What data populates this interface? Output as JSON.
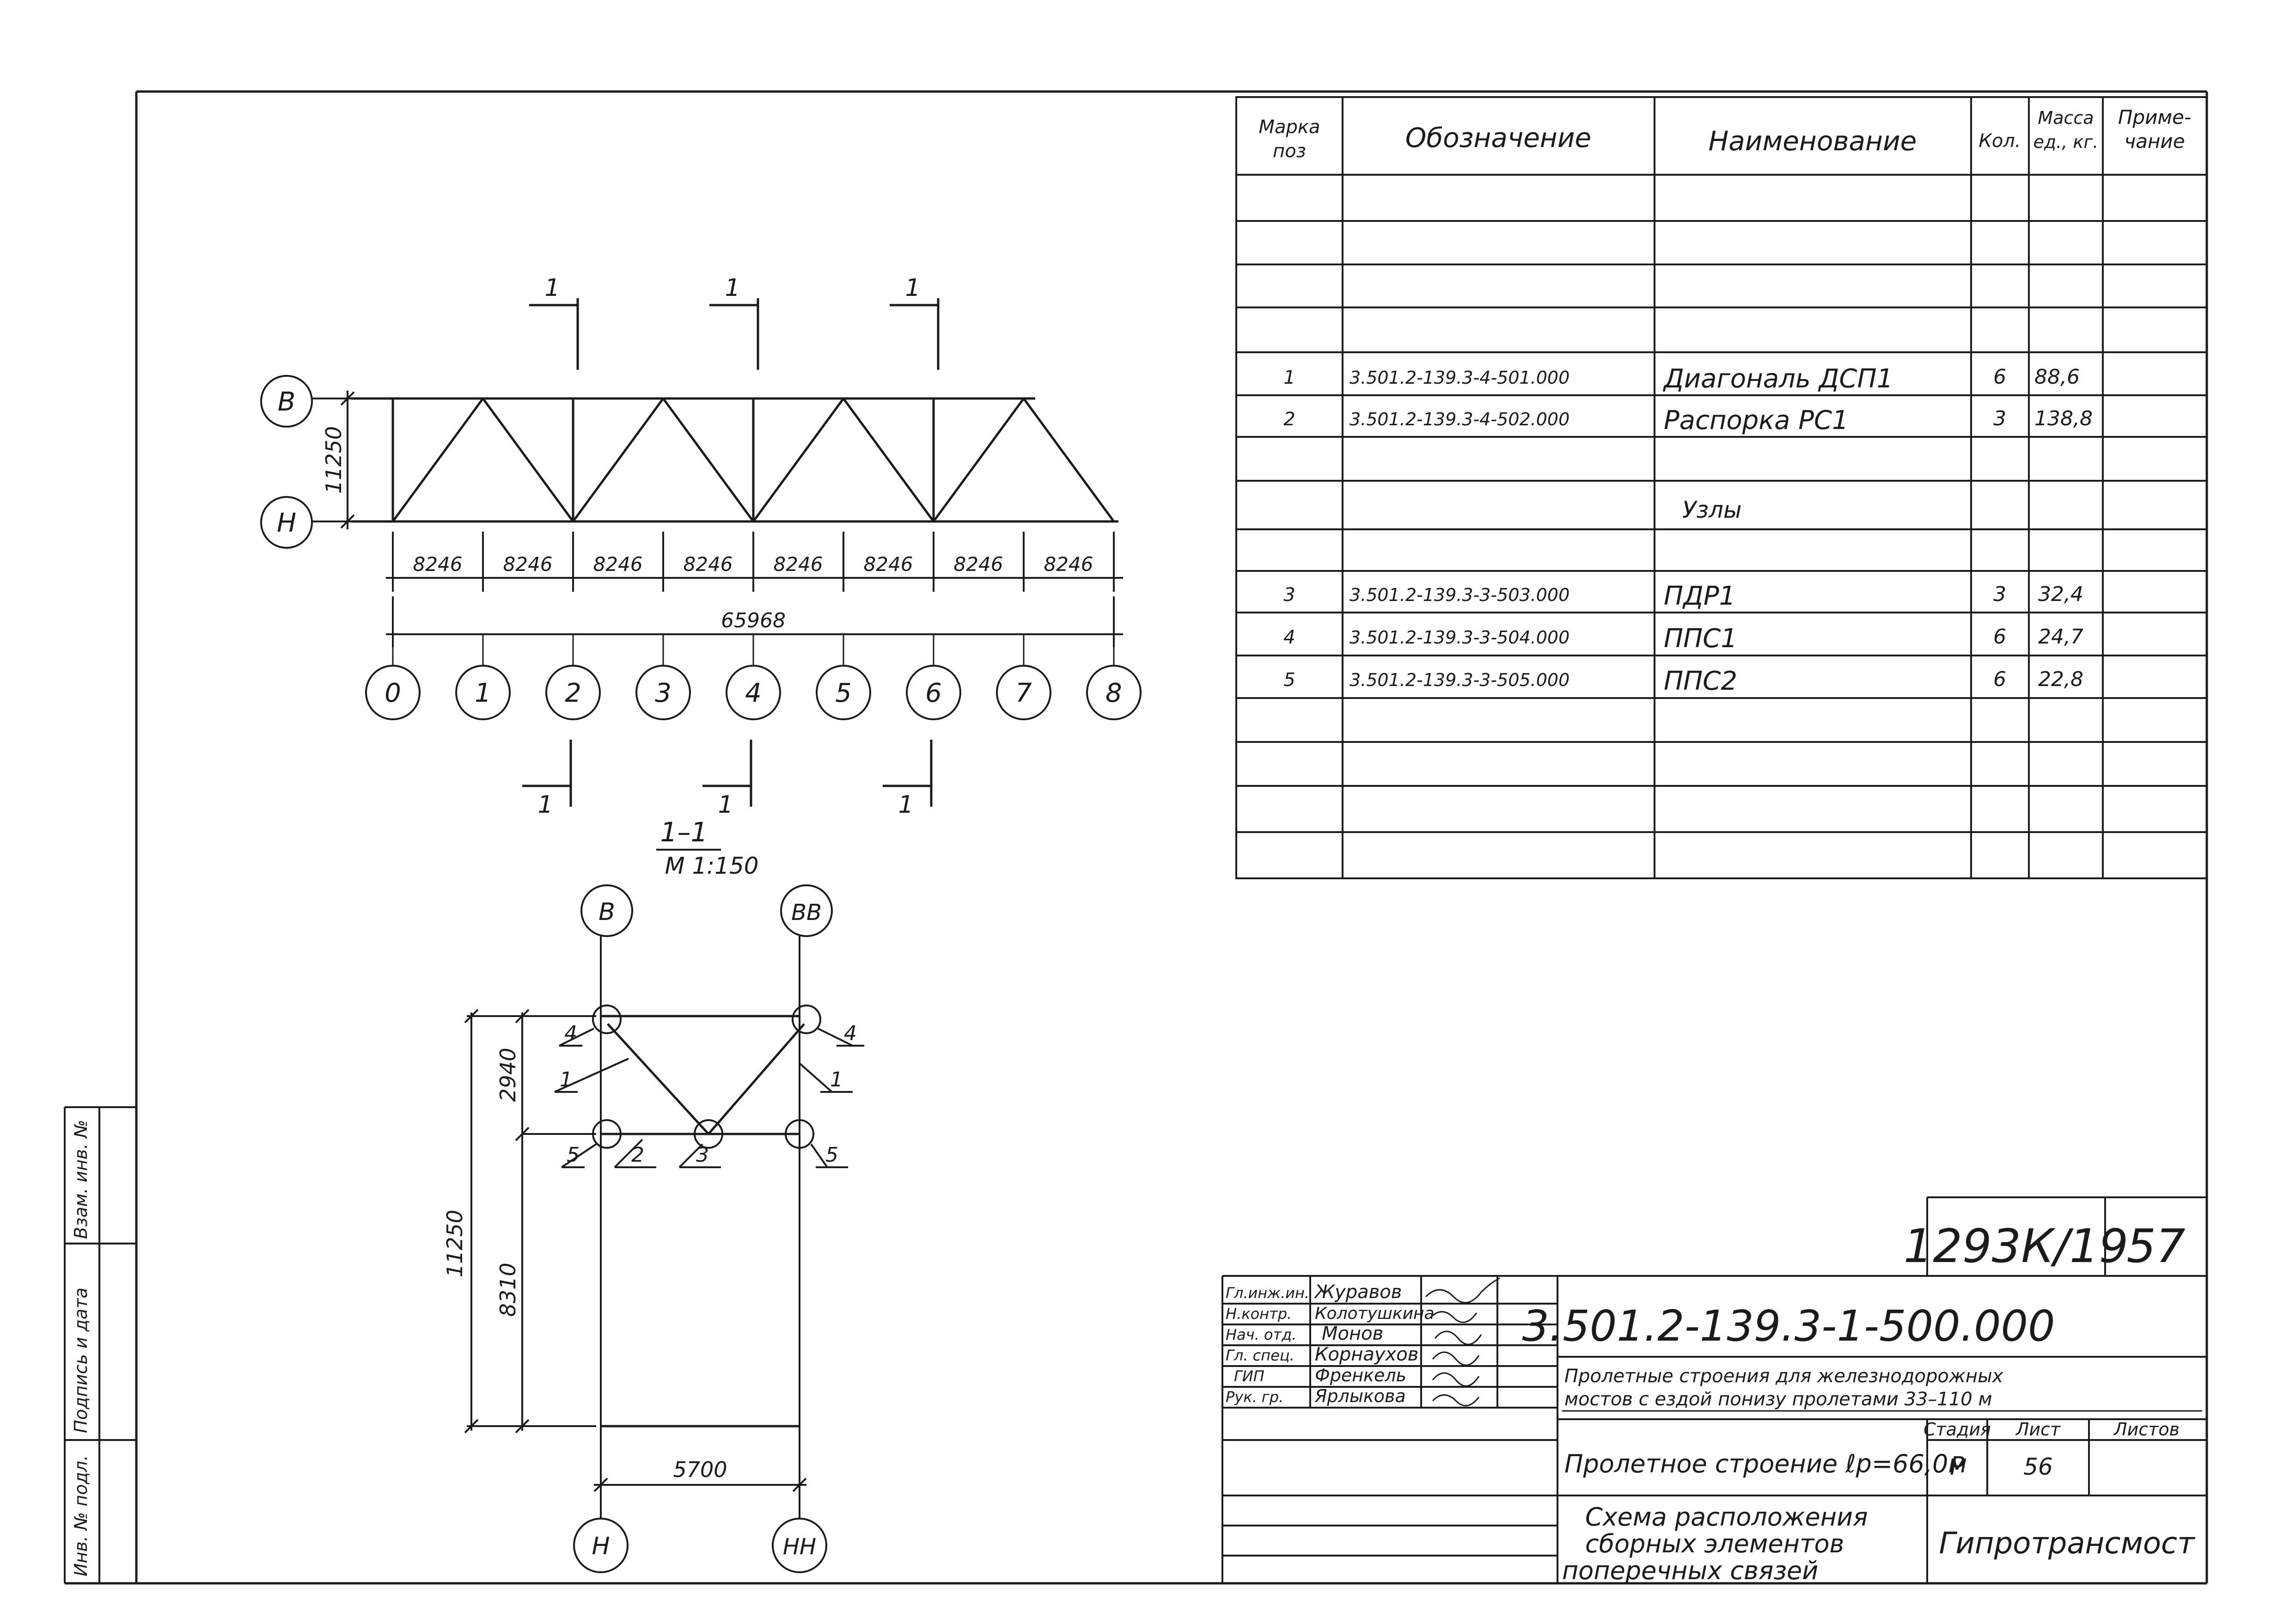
{
  "spec_table": {
    "headers": {
      "mark": [
        "Марка",
        "поз"
      ],
      "designation": "Обозначение",
      "name": "Наименование",
      "qty": "Кол.",
      "mass": [
        "Масса",
        "ед., кг."
      ],
      "note": [
        "Приме-",
        "чание"
      ]
    },
    "rows": [
      {
        "pos": "1",
        "designation": "3.501.2-139.3-4-501.000",
        "name": "Диагональ ДСП1",
        "qty": "6",
        "mass": "88,6"
      },
      {
        "pos": "2",
        "designation": "3.501.2-139.3-4-502.000",
        "name": "Распорка РС1",
        "qty": "3",
        "mass": "138,8"
      },
      {
        "pos": "",
        "designation": "",
        "name": "Узлы",
        "qty": "",
        "mass": ""
      },
      {
        "pos": "3",
        "designation": "3.501.2-139.3-3-503.000",
        "name": "ПДР1",
        "qty": "3",
        "mass": "32,4"
      },
      {
        "pos": "4",
        "designation": "3.501.2-139.3-3-504.000",
        "name": "ППС1",
        "qty": "6",
        "mass": "24,7"
      },
      {
        "pos": "5",
        "designation": "3.501.2-139.3-3-505.000",
        "name": "ППС2",
        "qty": "6",
        "mass": "22,8"
      }
    ]
  },
  "plan": {
    "axis_letters": [
      "В",
      "Н"
    ],
    "height_dim": "11250",
    "panel_dims": [
      "8246",
      "8246",
      "8246",
      "8246",
      "8246",
      "8246",
      "8246",
      "8246"
    ],
    "total_dim": "65968",
    "axes": [
      "0",
      "1",
      "2",
      "3",
      "4",
      "5",
      "6",
      "7",
      "8"
    ],
    "section_mark": "1"
  },
  "section": {
    "title": "1–1",
    "scale": "М 1:150",
    "top_axes": [
      "В",
      "ВВ"
    ],
    "bottom_axes": [
      "Н",
      "НН"
    ],
    "dim_total": "11250",
    "dim_upper": "2940",
    "dim_lower": "8310",
    "dim_width": "5700",
    "leaders": [
      "4",
      "1",
      "5",
      "2",
      "3",
      "4",
      "1",
      "5"
    ]
  },
  "left_strip": [
    "Инв. № подл.",
    "Подпись и дата",
    "Взам. инв. №"
  ],
  "title_block": {
    "archive_no": "1293К/19",
    "sheet_no": "57",
    "doc_code": "3.501.2-139.3-1-500.000",
    "people": [
      {
        "role": "Гл.инж.ин.",
        "name": "Журавов"
      },
      {
        "role": "Н.контр.",
        "name": "Колотушкина"
      },
      {
        "role": "Нач. отд.",
        "name": "Монов"
      },
      {
        "role": "Гл. спец.",
        "name": "Корнаухов"
      },
      {
        "role": "ГИП",
        "name": "Френкель"
      },
      {
        "role": "Рук. гр.",
        "name": "Ярлыкова"
      }
    ],
    "project_title": [
      "Пролетные строения для железнодорожных",
      "мостов с ездой понизу пролетами 33–110 м"
    ],
    "object_title": "Пролетное строение ℓp=66,0м",
    "stage_label": "Стадия",
    "sheet_label": "Лист",
    "sheets_label": "Листов",
    "stage": "Р",
    "sheet": "56",
    "drawing_title": [
      "Схема расположения",
      "сборных элементов",
      "поперечных связей"
    ],
    "organization": "Гипротрансмост"
  }
}
